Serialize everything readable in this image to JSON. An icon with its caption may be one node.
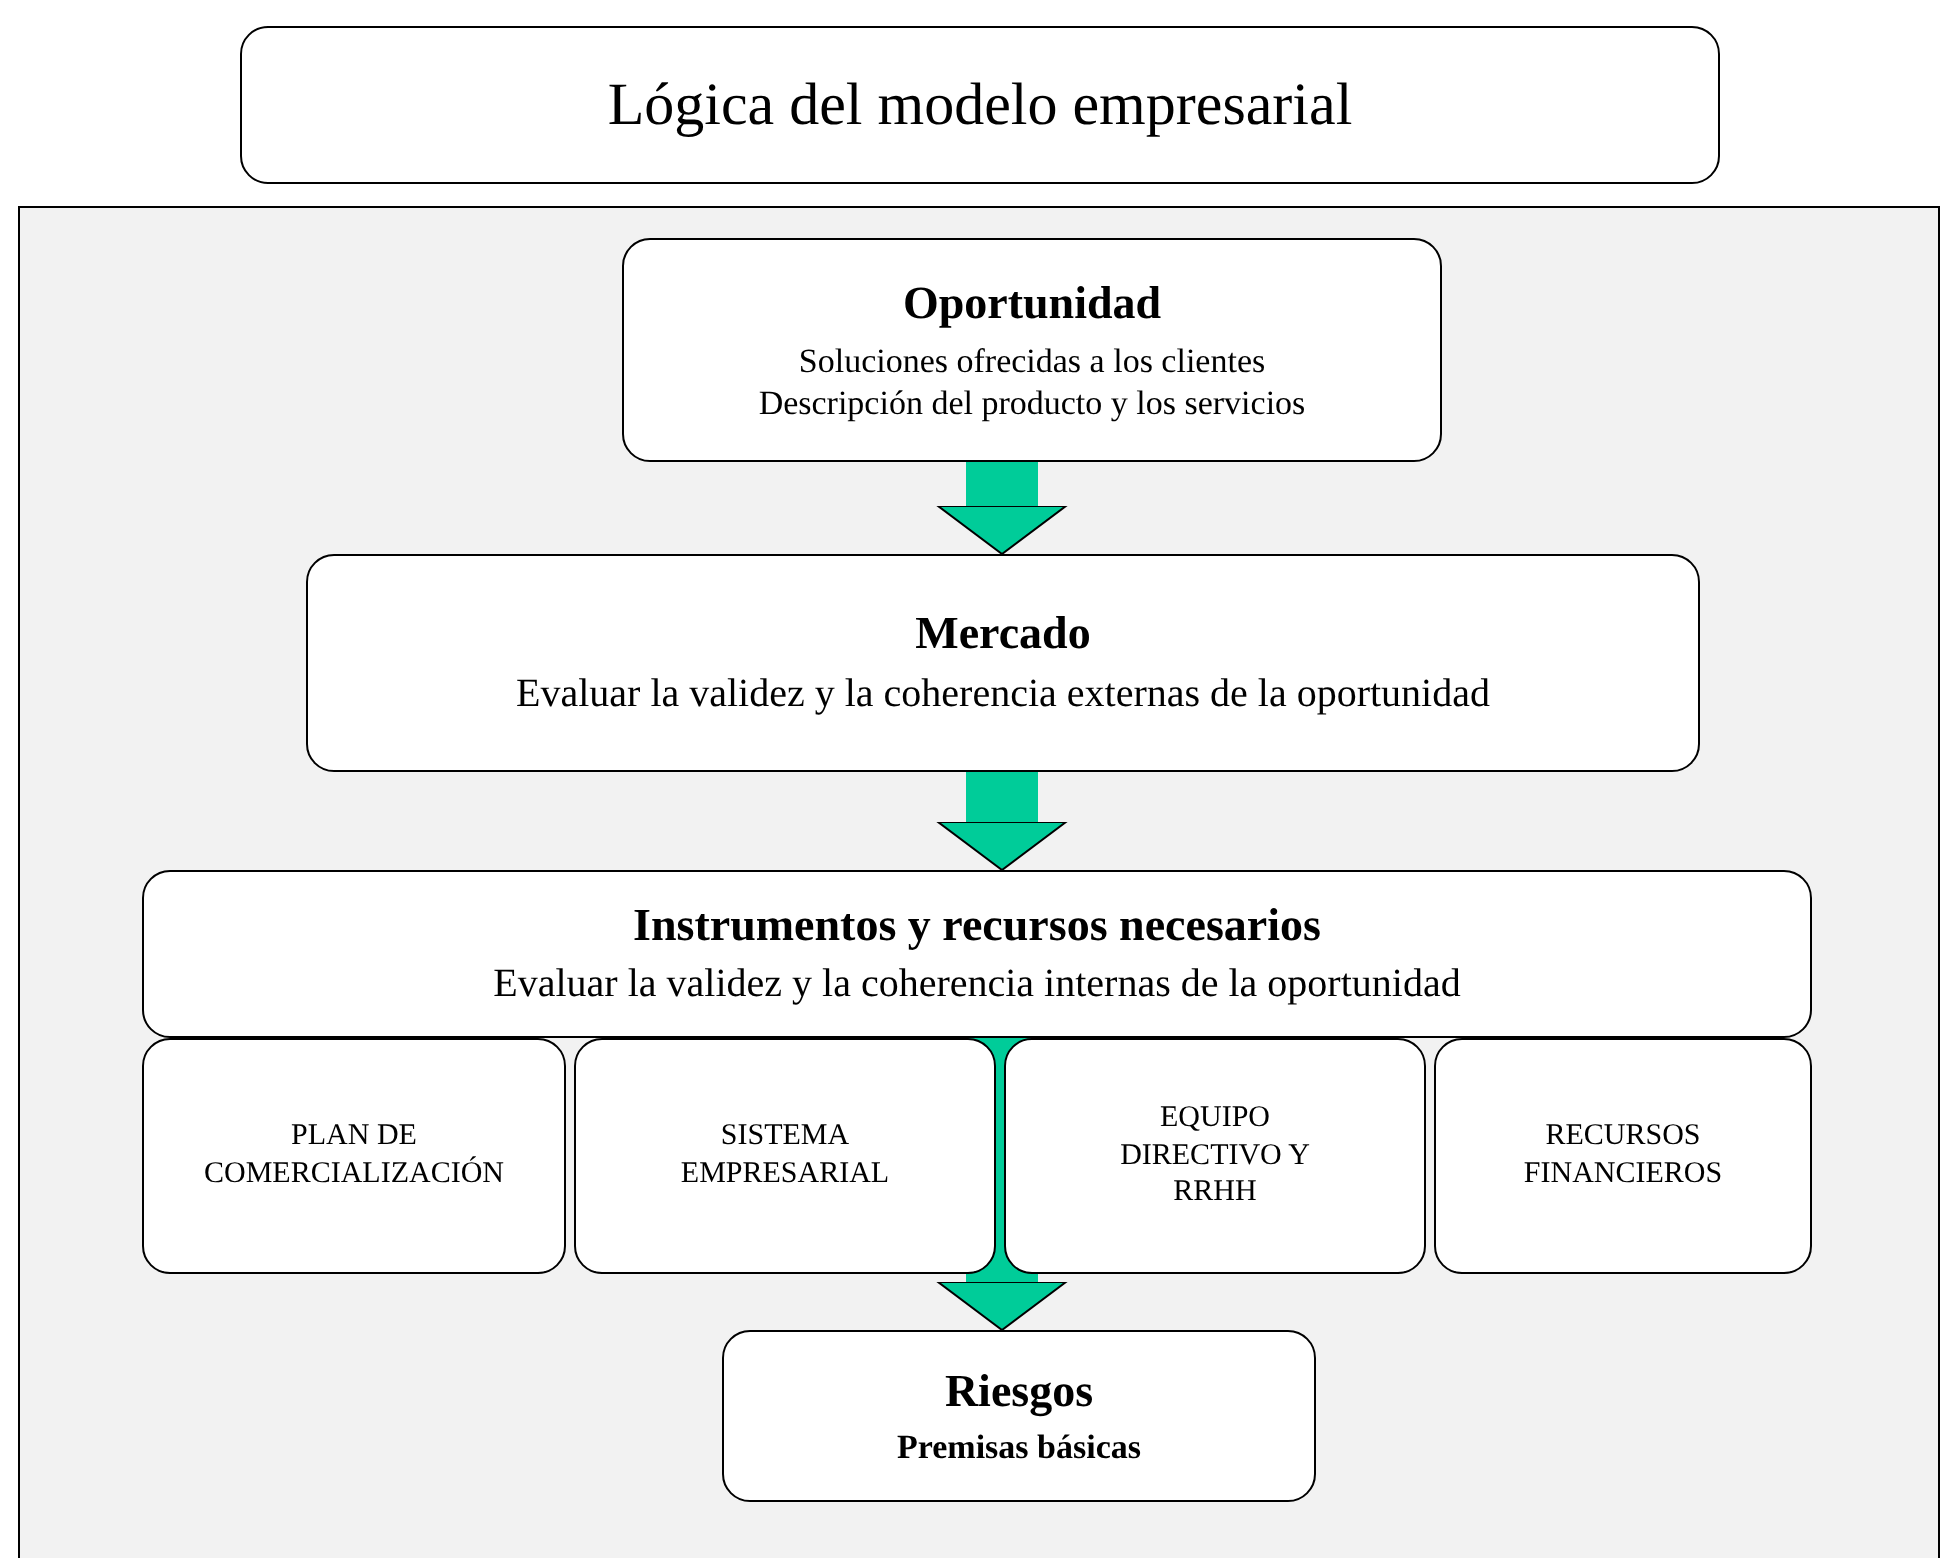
{
  "diagram": {
    "nodes": [
      {
        "text": [
          "Lógica del modelo empresarial"
        ]
      },
      {
        "text": [],
        "shape": "box"
      },
      {
        "text": [
          "Oportunidad",
          "Soluciones ofrecidas a los clientes",
          "Descripción del producto y los servicios"
        ],
        "in": 1
      },
      {
        "text": [
          "Mercado",
          "Evaluar la validez y la coherencia externas de la oportunidad"
        ],
        "in": 1
      },
      {
        "text": [
          "Instrumentos y recursos necesarios",
          "Evaluar la validez y la coherencia internas de la oportunidad"
        ],
        "in": 1
      },
      {
        "text": [
          "PLAN DE COMERCIALIZACIÓN"
        ],
        "in": 1
      },
      {
        "text": [
          "SISTEMA EMPRESARIAL"
        ],
        "in": 1
      },
      {
        "text": [
          "EQUIPO DIRECTIVO Y RRHH"
        ],
        "in": 1
      },
      {
        "text": [
          "RECURSOS FINANCIEROS"
        ],
        "in": 1
      },
      {
        "text": [
          "Riesgos",
          "Premisas básicas"
        ],
        "in": 1
      }
    ],
    "edges": [
      {
        "from": 2,
        "to": 3,
        "arrow": "to"
      },
      {
        "from": 3,
        "to": 4,
        "arrow": "to"
      },
      {
        "from": 4,
        "to": 9,
        "arrow": "to"
      }
    ]
  }
}
